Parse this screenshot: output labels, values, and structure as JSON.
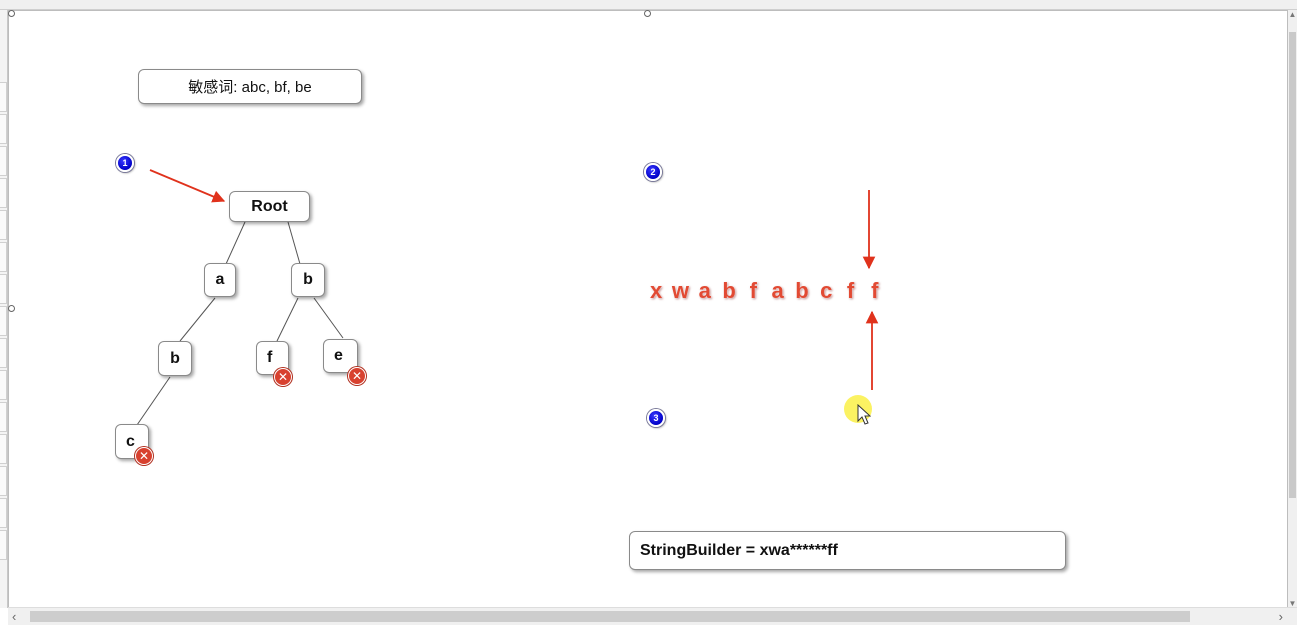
{
  "sensitive_words_label": "敏感词: abc, bf, be",
  "badges": {
    "one": "1",
    "two": "2",
    "three": "3"
  },
  "trie": {
    "root": "Root",
    "a": "a",
    "b": "b",
    "ab": "b",
    "abc": "c",
    "bf": "f",
    "be": "e"
  },
  "text_chars": [
    "x",
    "w",
    "a",
    "b",
    "f",
    "a",
    "b",
    "c",
    "f",
    "f"
  ],
  "string_builder": "StringBuilder = xwa******ff",
  "icons": {
    "end_marker": "close-x-icon",
    "pointer": "mouse-cursor-icon"
  },
  "colors": {
    "arrow": "#e0321c",
    "badge": "#1010d8",
    "char": "#e24a33",
    "end_marker": "#d8412f"
  }
}
